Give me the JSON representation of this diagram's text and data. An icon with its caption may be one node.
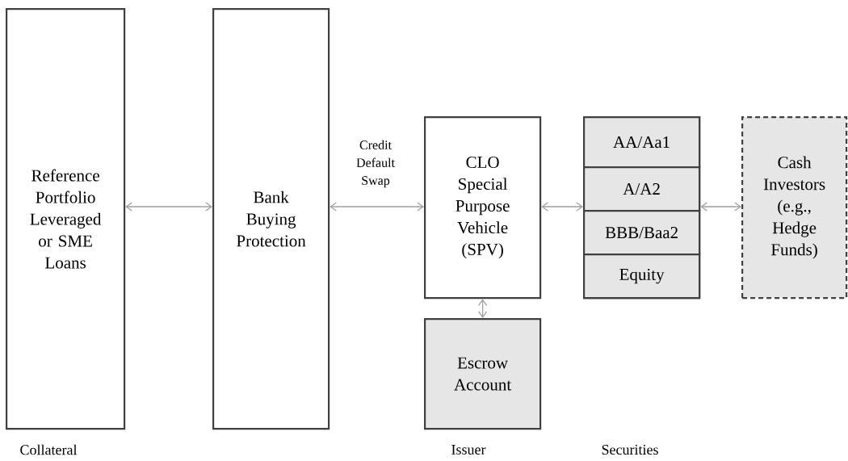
{
  "diagram": {
    "nodes": [
      {
        "text": [
          "Reference Portfolio Leveraged or SME Loans"
        ]
      },
      {
        "text": [
          "Bank Buying Protection"
        ]
      },
      {
        "text": [
          "CLO Special Purpose Vehicle (SPV)"
        ]
      },
      {
        "text": [],
        "shape": "box"
      },
      {
        "text": [
          "AA/Aa1"
        ],
        "in": 3
      },
      {
        "text": [
          "A/A2"
        ],
        "in": 3
      },
      {
        "text": [
          "BBB/Baa2"
        ],
        "in": 3
      },
      {
        "text": [
          "Equity"
        ],
        "in": 3
      },
      {
        "text": [
          "Cash Investors (e.g., Hedge Funds)"
        ]
      },
      {
        "text": [
          "Escrow Account"
        ]
      }
    ],
    "edges": [
      {
        "from": 0,
        "to": 1,
        "arrow": "both"
      },
      {
        "from": 1,
        "to": 2,
        "arrow": "both",
        "label": "Credit Default Swap"
      },
      {
        "from": 2,
        "to": 3,
        "arrow": "both"
      },
      {
        "from": 3,
        "to": 8,
        "arrow": "both"
      },
      {
        "from": 2,
        "to": 9,
        "arrow": "both"
      }
    ],
    "labels": [
      "Collateral",
      "Issuer",
      "Securities"
    ]
  }
}
